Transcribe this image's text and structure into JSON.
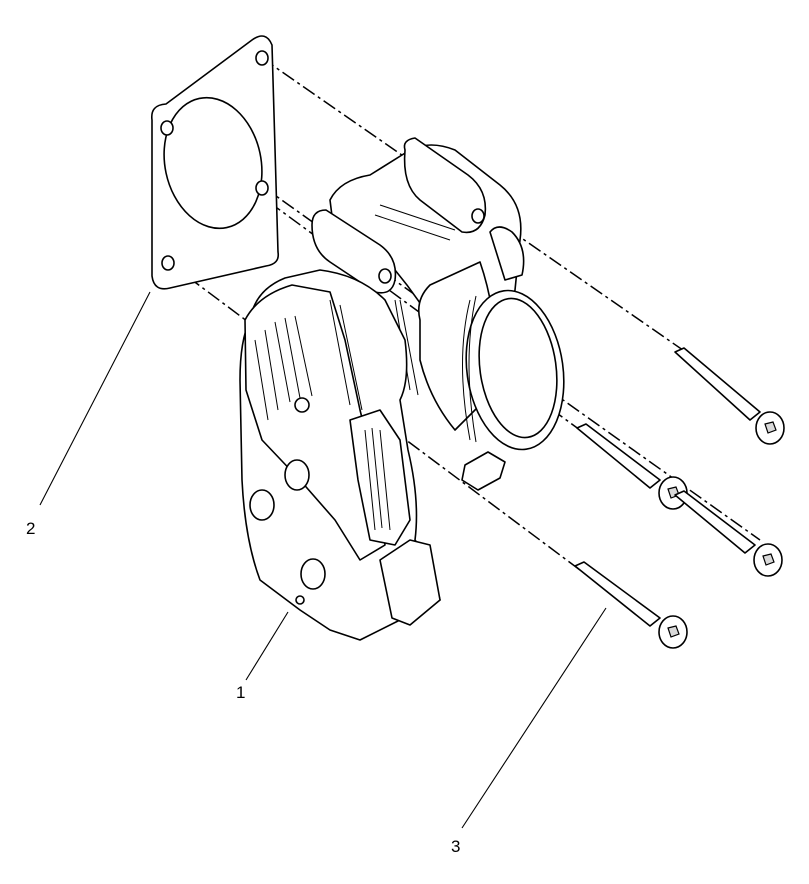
{
  "callouts": [
    {
      "id": "callout-1",
      "label": "1"
    },
    {
      "id": "callout-2",
      "label": "2"
    },
    {
      "id": "callout-3",
      "label": "3"
    }
  ],
  "colors": {
    "line": "#000000",
    "background": "#ffffff"
  }
}
